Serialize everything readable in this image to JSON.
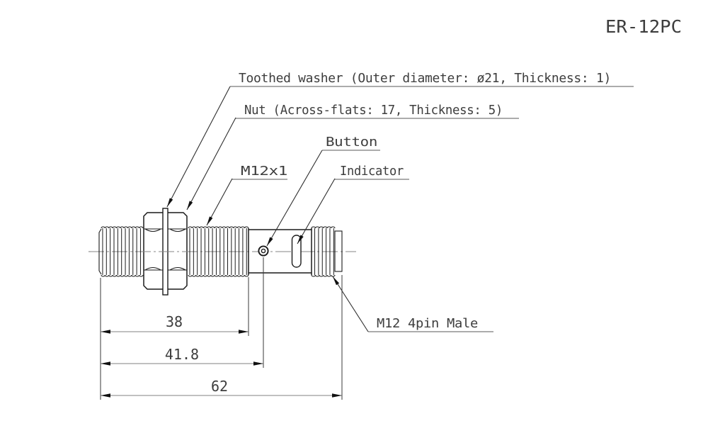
{
  "title": "ER-12PC",
  "callouts": {
    "toothed_washer": "Toothed washer (Outer diameter: ø21, Thickness: 1)",
    "nut": "Nut (Across-flats: 17, Thickness: 5)",
    "button": "Button",
    "thread_spec": "M12x1",
    "indicator": "Indicator",
    "connector": "M12 4pin Male"
  },
  "dimensions": {
    "thread_length_mm": "38",
    "button_position_mm": "41.8",
    "overall_length_mm": "62"
  },
  "colors": {
    "outline": "#1a1a1a",
    "dimension_line": "#828282",
    "centerline": "#848484",
    "text": "#3d3d3d",
    "background": "#ffffff"
  }
}
